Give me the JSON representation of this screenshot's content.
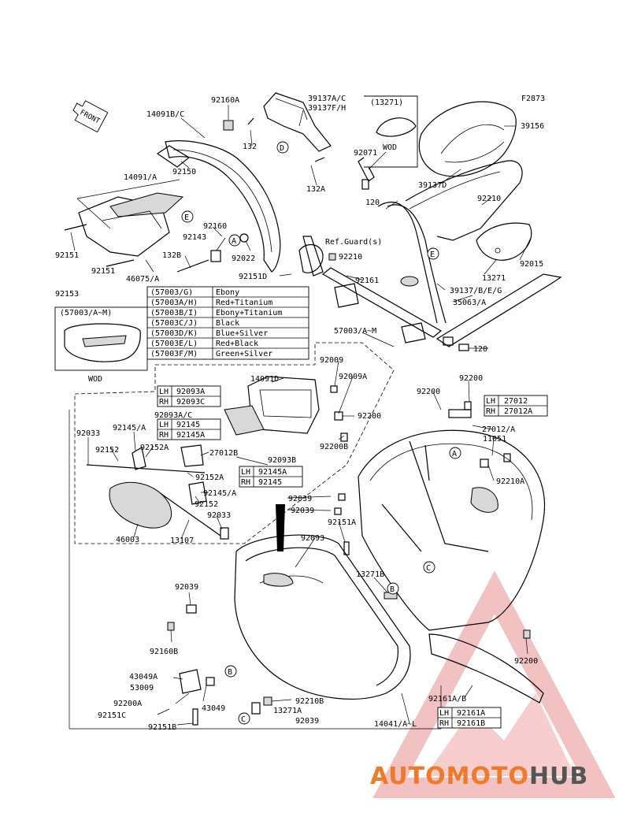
{
  "figure_id": "F2873",
  "front_label": "FRONT",
  "wod_label": "WOD",
  "ref_guard": "Ref.Guard(s)",
  "circle_letters": {
    "a": "A",
    "b": "B",
    "c": "C",
    "d": "D",
    "e": "E"
  },
  "part_numbers": {
    "p14091bc": "14091B/C",
    "p92160a": "92160A",
    "p39137ac": "39137A/C",
    "p39137fh": "39137F/H",
    "p13271_box": "(13271)",
    "p39156": "39156",
    "p132": "132",
    "p92150": "92150",
    "p92071": "92071",
    "p14091a": "14091/A",
    "p132a": "132A",
    "p39137d": "39137D",
    "p120_top": "120",
    "p92210_top": "92210",
    "p92160": "92160",
    "p92143": "92143",
    "p92151_left": "92151",
    "p132b": "132B",
    "p92022": "92022",
    "p92210_mid": "92210",
    "p92015": "92015",
    "p92151_2": "92151",
    "p46075a": "46075/A",
    "p92151d": "92151D",
    "p13271": "13271",
    "p92153": "92153",
    "p92161": "92161",
    "p39137beg": "39137/B/E/G",
    "p35063a": "35063/A",
    "p57003_box": "(57003/A~M)",
    "p57003am": "57003/A~M",
    "p120_bot": "120",
    "p14091d": "14091D",
    "p92009": "92009",
    "p92009a": "92009A",
    "p92200_top": "92200",
    "p92200_mid": "92200",
    "p92093ac": "92093A/C",
    "p92200_b": "92200",
    "p92200b": "92200B",
    "p27012a": "27012/A",
    "p11051": "11051",
    "p92033_l": "92033",
    "p92145a_l": "92145/A",
    "p92152": "92152",
    "p92152a": "92152A",
    "p27012b": "27012B",
    "p92093b": "92093B",
    "p92210a": "92210A",
    "p92152a_2": "92152A",
    "p92145a_2": "92145/A",
    "p92039_a": "92039",
    "p92039_b": "92039",
    "p92152_2": "92152",
    "p92033_2": "92033",
    "p92151a": "92151A",
    "p46003": "46003",
    "p13107": "13107",
    "p92093": "92093",
    "p13271b": "13271B",
    "p92039_c": "92039",
    "p92160b": "92160B",
    "p92200_r": "92200",
    "p43049a": "43049A",
    "p53009": "53009",
    "p92161ab": "92161A/B",
    "p92200a": "92200A",
    "p43049": "43049",
    "p92210b": "92210B",
    "p92151c": "92151C",
    "p13271a": "13271A",
    "p92151b": "92151B",
    "p92039_d": "92039",
    "p14041": "14041/A~L"
  },
  "color_table": [
    {
      "code": "(57003/G)",
      "color": "Ebony"
    },
    {
      "code": "(57003A/H)",
      "color": "Red+Titanium"
    },
    {
      "code": "(57003B/I)",
      "color": "Ebony+Titanium"
    },
    {
      "code": "(57003C/J)",
      "color": "Black"
    },
    {
      "code": "(57003D/K)",
      "color": "Blue+Silver"
    },
    {
      "code": "(57003E/L)",
      "color": "Red+Black"
    },
    {
      "code": "(57003F/M)",
      "color": "Green+Silver"
    }
  ],
  "lr_tables": {
    "t92093": {
      "lh_tag": "LH",
      "lh": "92093A",
      "rh_tag": "RH",
      "rh": "92093C"
    },
    "t27012": {
      "lh_tag": "LH",
      "lh": "27012",
      "rh_tag": "RH",
      "rh": "27012A"
    },
    "t92145": {
      "lh_tag": "LH",
      "lh": "92145",
      "rh_tag": "RH",
      "rh": "92145A"
    },
    "t92145b": {
      "lh_tag": "LH",
      "lh": "92145A",
      "rh_tag": "RH",
      "rh": "92145"
    },
    "t92161": {
      "lh_tag": "LH",
      "lh": "92161A",
      "rh_tag": "RH",
      "rh": "92161B"
    }
  },
  "watermark": {
    "part1": "AUTOMOTO",
    "part2": "HUB"
  },
  "colors": {
    "line": "#000000",
    "watermark_red": "#e23a2c",
    "watermark_orange": "#f07a2a",
    "watermark_gray": "#555555"
  }
}
